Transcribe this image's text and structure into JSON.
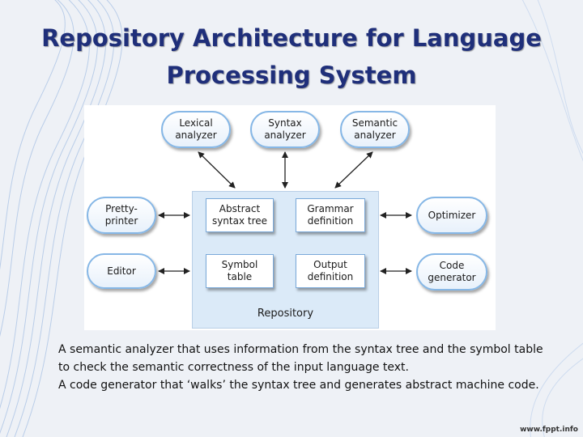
{
  "title_line1": "Repository Architecture for Language",
  "title_line2": "Processing System",
  "diagram": {
    "lexical": "Lexical\nanalyzer",
    "syntax": "Syntax\nanalyzer",
    "semantic": "Semantic\nanalyzer",
    "pretty": "Pretty-\nprinter",
    "editor": "Editor",
    "optimizer": "Optimizer",
    "codegen": "Code\ngenerator",
    "ast": "Abstract\nsyntax tree",
    "grammar": "Grammar\ndefinition",
    "symbol": "Symbol\ntable",
    "output": "Output\ndefinition",
    "repository": "Repository"
  },
  "description": {
    "para1": "A semantic analyzer that uses information from the syntax tree and the symbol table to check the semantic correctness of the input language text.",
    "para2": "A code generator that ‘walks’ the syntax tree and generates abstract machine code."
  },
  "watermark": "www.fppt.info",
  "colors": {
    "title": "#1f2f7a",
    "pill_border": "#86b7e6",
    "repository_fill": "#dbeaf8"
  }
}
